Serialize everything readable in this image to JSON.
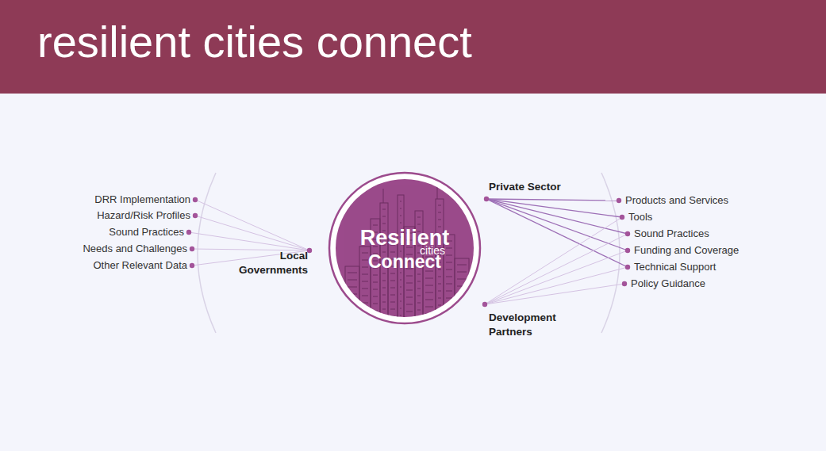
{
  "diagram": {
    "title": "resilient cities connect",
    "nodes": [
      {
        "text": [
          "Resilient",
          "cities",
          "Connect"
        ]
      },
      {
        "text": [
          "DRR Implementation"
        ]
      },
      {
        "text": [
          "Hazard/Risk Profiles"
        ]
      },
      {
        "text": [
          "Sound Practices"
        ]
      },
      {
        "text": [
          "Needs and Challenges"
        ]
      },
      {
        "text": [
          "Other Relevant Data"
        ]
      },
      {
        "text": [
          "Local Governments"
        ]
      },
      {
        "text": [
          "Private Sector"
        ]
      },
      {
        "text": [
          "Development Partners"
        ]
      },
      {
        "text": [
          "Products and Services"
        ]
      },
      {
        "text": [
          "Tools"
        ]
      },
      {
        "text": [
          "Sound Practices"
        ]
      },
      {
        "text": [
          "Funding and Coverage"
        ]
      },
      {
        "text": [
          "Technical Support"
        ]
      },
      {
        "text": [
          "Policy Guidance"
        ]
      }
    ],
    "edges": [
      {
        "from": 6,
        "to": 1,
        "arrow": "none"
      },
      {
        "from": 6,
        "to": 2,
        "arrow": "none"
      },
      {
        "from": 6,
        "to": 3,
        "arrow": "none"
      },
      {
        "from": 6,
        "to": 4,
        "arrow": "none"
      },
      {
        "from": 6,
        "to": 5,
        "arrow": "none"
      },
      {
        "from": 7,
        "to": 9,
        "arrow": "none"
      },
      {
        "from": 7,
        "to": 10,
        "arrow": "none"
      },
      {
        "from": 7,
        "to": 11,
        "arrow": "none"
      },
      {
        "from": 7,
        "to": 12,
        "arrow": "none"
      },
      {
        "from": 7,
        "to": 13,
        "arrow": "none"
      },
      {
        "from": 8,
        "to": 10,
        "arrow": "none"
      },
      {
        "from": 8,
        "to": 11,
        "arrow": "none"
      },
      {
        "from": 8,
        "to": 12,
        "arrow": "none"
      },
      {
        "from": 8,
        "to": 13,
        "arrow": "none"
      },
      {
        "from": 8,
        "to": 14,
        "arrow": "none"
      }
    ]
  }
}
